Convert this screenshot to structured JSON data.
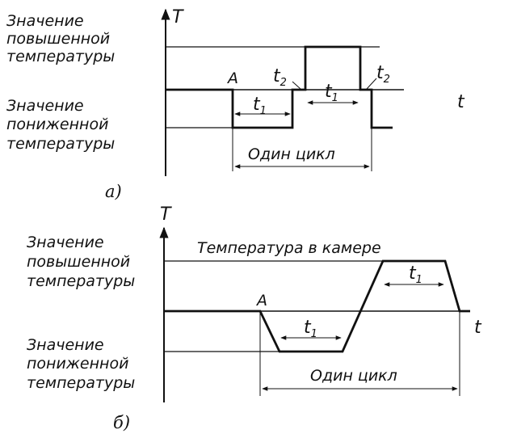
{
  "figure_a": {
    "high_label": [
      "Значение",
      "повышенной",
      "температуры"
    ],
    "low_label": [
      "Значение",
      "пониженной",
      "температуры"
    ],
    "axis_y": "T",
    "axis_x": "t",
    "point": "A",
    "t1_symbol": "t",
    "t1_sub": "1",
    "t2_symbol": "t",
    "t2_sub": "2",
    "cycle": "Один цикл",
    "caption": "а)"
  },
  "figure_b": {
    "high_label": [
      "Значение",
      "повышенной",
      "температуры"
    ],
    "low_label": [
      "Значение",
      "пониженной",
      "температуры"
    ],
    "axis_y": "T",
    "axis_x": "t",
    "point": "A",
    "t1_symbol": "t",
    "t1_sub": "1",
    "chamber": "Температура в камере",
    "cycle": "Один цикл",
    "caption": "б)"
  }
}
